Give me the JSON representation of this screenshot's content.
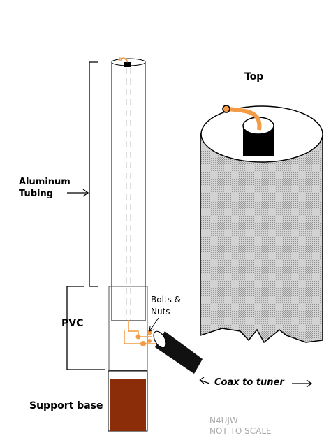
{
  "labels": {
    "top": "Top",
    "aluminum_line1": "Aluminum",
    "aluminum_line2": "Tubing",
    "bolts_line1": "Bolts &",
    "bolts_line2": "Nuts",
    "pvc": "PVC",
    "coax": "Coax to tuner",
    "support": "Support base",
    "callsign": "N4UJW",
    "scale_note": "NOT TO SCALE"
  },
  "colors": {
    "outline": "#000000",
    "tubing_fill": "#ffffff",
    "inner_conductor_dash": "#bdbdbd",
    "wire": "#f39b45",
    "support_base": "#8b2d08",
    "top_view_fill": "#cfcfcf",
    "coax_jacket": "#111111",
    "watermark_text": "#a8a8a8"
  },
  "icons": [
    "left-arrow-icon",
    "right-arrow-icon",
    "bracket-icon"
  ]
}
